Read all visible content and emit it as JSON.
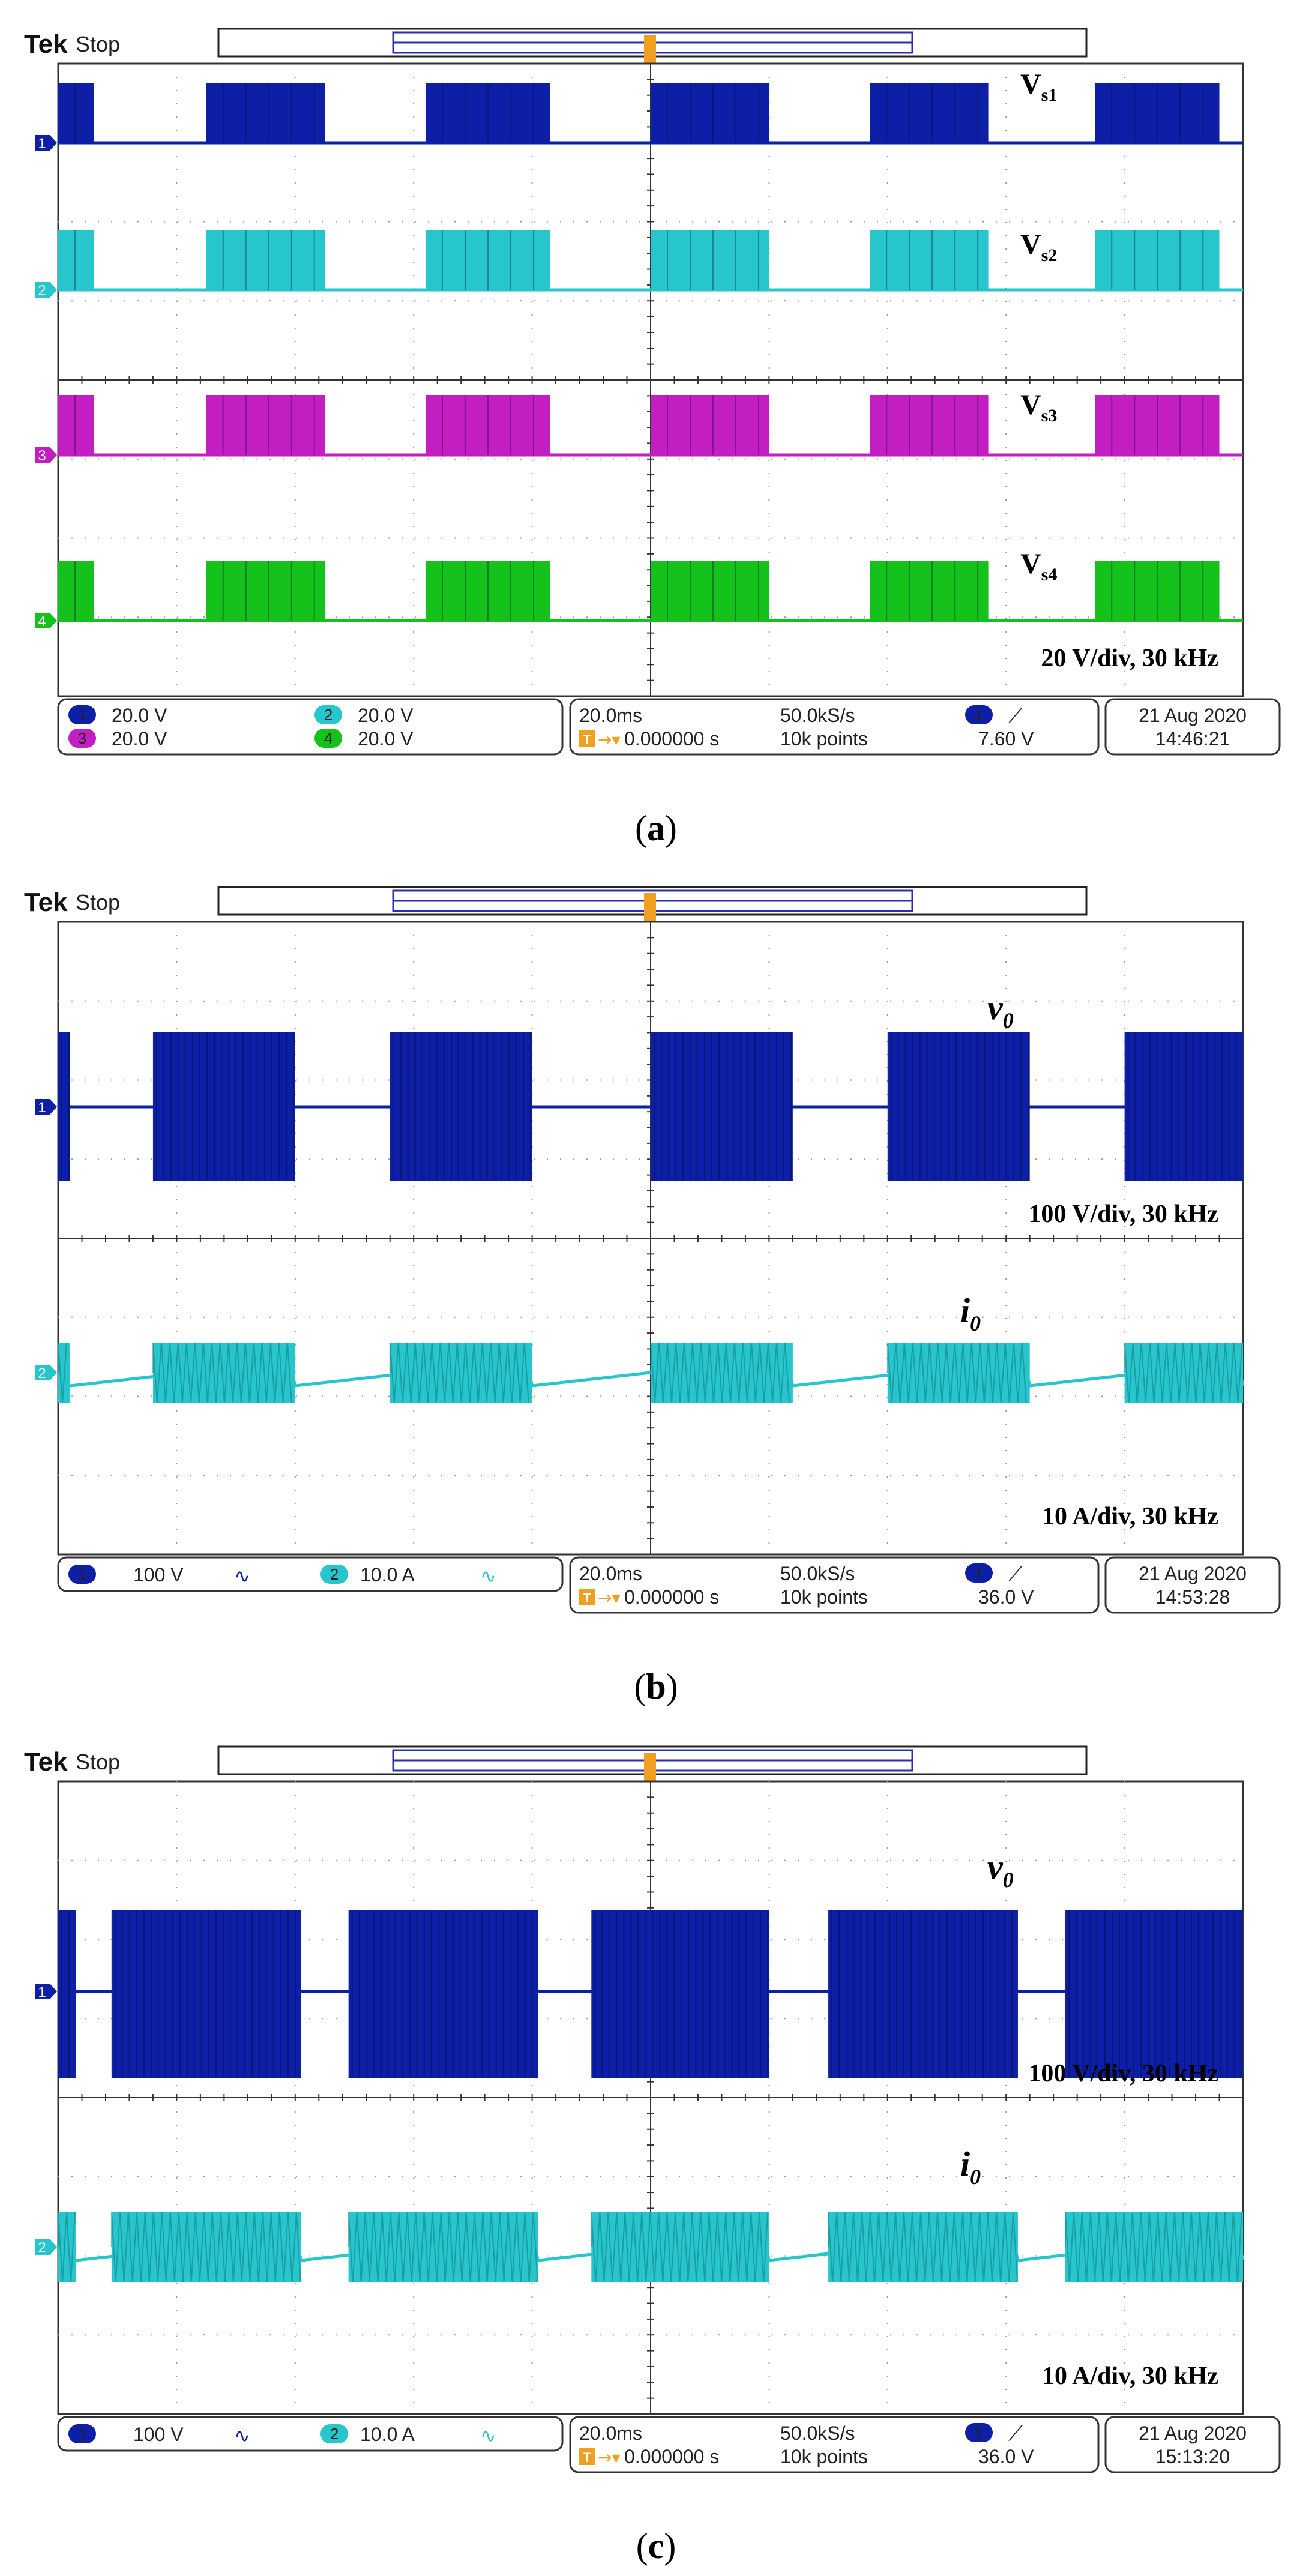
{
  "colors": {
    "ch1": "#0d1fa6",
    "ch2": "#27c6cc",
    "ch3": "#c21ec2",
    "ch4": "#15c21b",
    "trigger": "#f0a020"
  },
  "panels": [
    {
      "caption_open": "(",
      "caption_letter": "a",
      "caption_close": ")",
      "brand": "Tek",
      "run_state": "Stop",
      "waveform_labels": [
        {
          "base": "V",
          "sub": "s1"
        },
        {
          "base": "V",
          "sub": "s2"
        },
        {
          "base": "V",
          "sub": "s3"
        },
        {
          "base": "V",
          "sub": "s4"
        }
      ],
      "scale_labels": [
        "20 V/div, 30 kHz"
      ],
      "status": {
        "channels": [
          {
            "num": "1",
            "value": "20.0 V",
            "coupling": ""
          },
          {
            "num": "2",
            "value": "20.0 V",
            "coupling": ""
          },
          {
            "num": "3",
            "value": "20.0 V",
            "coupling": ""
          },
          {
            "num": "4",
            "value": "20.0 V",
            "coupling": ""
          }
        ],
        "timebase": "20.0ms",
        "sample_rate": "50.0kS/s",
        "trigger_pos": "0.000000 s",
        "record_length": "10k points",
        "trigger_channel": "1",
        "trigger_level": "7.60 V",
        "date": "21 Aug 2020",
        "time": "14:46:21"
      }
    },
    {
      "caption_open": "(",
      "caption_letter": "b",
      "caption_close": ")",
      "brand": "Tek",
      "run_state": "Stop",
      "waveform_labels": [
        {
          "base": "v",
          "sub": "0"
        },
        {
          "base": "i",
          "sub": "0"
        }
      ],
      "scale_labels": [
        "100 V/div, 30 kHz",
        "10 A/div, 30 kHz"
      ],
      "status": {
        "channels": [
          {
            "num": "1",
            "value": "100 V",
            "coupling": "∿"
          },
          {
            "num": "2",
            "value": "10.0 A",
            "coupling": "∿"
          }
        ],
        "timebase": "20.0ms",
        "sample_rate": "50.0kS/s",
        "trigger_pos": "0.000000 s",
        "record_length": "10k points",
        "trigger_channel": "1",
        "trigger_level": "36.0 V",
        "date": "21 Aug 2020",
        "time": "14:53:28"
      }
    },
    {
      "caption_open": "(",
      "caption_letter": "c",
      "caption_close": ")",
      "brand": "Tek",
      "run_state": "Stop",
      "waveform_labels": [
        {
          "base": "v",
          "sub": "0"
        },
        {
          "base": "i",
          "sub": "0"
        }
      ],
      "scale_labels": [
        "100 V/div, 30 kHz",
        "10 A/div, 30 kHz"
      ],
      "status": {
        "channels": [
          {
            "num": "1",
            "value": "100 V",
            "coupling": "∿"
          },
          {
            "num": "2",
            "value": "10.0 A",
            "coupling": "∿"
          }
        ],
        "timebase": "20.0ms",
        "sample_rate": "50.0kS/s",
        "trigger_pos": "0.000000 s",
        "record_length": "10k points",
        "trigger_channel": "1",
        "trigger_level": "36.0 V",
        "date": "21 Aug 2020",
        "time": "15:13:20"
      }
    }
  ],
  "chart_data": [
    {
      "type": "line",
      "title": "",
      "x_unit": "ms",
      "x_range": [
        -100,
        100
      ],
      "time_per_div": "20.0ms",
      "switching_frequency": "30 kHz",
      "series": [
        {
          "name": "Vs1",
          "channel": "1",
          "units_per_div": "20 V",
          "bursts": [
            [
              -100,
              -94
            ],
            [
              -75,
              -55
            ],
            [
              -38,
              -17
            ],
            [
              0,
              20
            ],
            [
              37,
              57
            ],
            [
              75,
              96
            ]
          ]
        },
        {
          "name": "Vs2",
          "channel": "2",
          "units_per_div": "20 V",
          "bursts": [
            [
              -100,
              -94
            ],
            [
              -75,
              -55
            ],
            [
              -38,
              -17
            ],
            [
              0,
              20
            ],
            [
              37,
              57
            ],
            [
              75,
              96
            ]
          ]
        },
        {
          "name": "Vs3",
          "channel": "3",
          "units_per_div": "20 V",
          "bursts": [
            [
              -100,
              -94
            ],
            [
              -75,
              -55
            ],
            [
              -38,
              -17
            ],
            [
              0,
              20
            ],
            [
              37,
              57
            ],
            [
              75,
              96
            ]
          ]
        },
        {
          "name": "Vs4",
          "channel": "4",
          "units_per_div": "20 V",
          "bursts": [
            [
              -100,
              -94
            ],
            [
              -75,
              -55
            ],
            [
              -38,
              -17
            ],
            [
              0,
              20
            ],
            [
              37,
              57
            ],
            [
              75,
              96
            ]
          ]
        }
      ]
    },
    {
      "type": "line",
      "title": "",
      "x_unit": "ms",
      "x_range": [
        -100,
        100
      ],
      "time_per_div": "20.0ms",
      "switching_frequency": "30 kHz",
      "series": [
        {
          "name": "v0",
          "channel": "1",
          "units_per_div": "100 V",
          "bursts": [
            [
              -100,
              -98
            ],
            [
              -84,
              -60
            ],
            [
              -44,
              -20
            ],
            [
              0,
              24
            ],
            [
              40,
              64
            ],
            [
              80,
              100
            ]
          ]
        },
        {
          "name": "i0",
          "channel": "2",
          "units_per_div": "10 A",
          "bursts": [
            [
              -100,
              -98
            ],
            [
              -84,
              -60
            ],
            [
              -44,
              -20
            ],
            [
              0,
              24
            ],
            [
              40,
              64
            ],
            [
              80,
              100
            ]
          ]
        }
      ]
    },
    {
      "type": "line",
      "title": "",
      "x_unit": "ms",
      "x_range": [
        -100,
        100
      ],
      "time_per_div": "20.0ms",
      "switching_frequency": "30 kHz",
      "series": [
        {
          "name": "v0",
          "channel": "1",
          "units_per_div": "100 V",
          "bursts": [
            [
              -100,
              -97
            ],
            [
              -91,
              -59
            ],
            [
              -51,
              -19
            ],
            [
              -10,
              20
            ],
            [
              30,
              62
            ],
            [
              70,
              100
            ]
          ]
        },
        {
          "name": "i0",
          "channel": "2",
          "units_per_div": "10 A",
          "bursts": [
            [
              -100,
              -97
            ],
            [
              -91,
              -59
            ],
            [
              -51,
              -19
            ],
            [
              -10,
              20
            ],
            [
              30,
              62
            ],
            [
              70,
              100
            ]
          ]
        }
      ]
    }
  ]
}
